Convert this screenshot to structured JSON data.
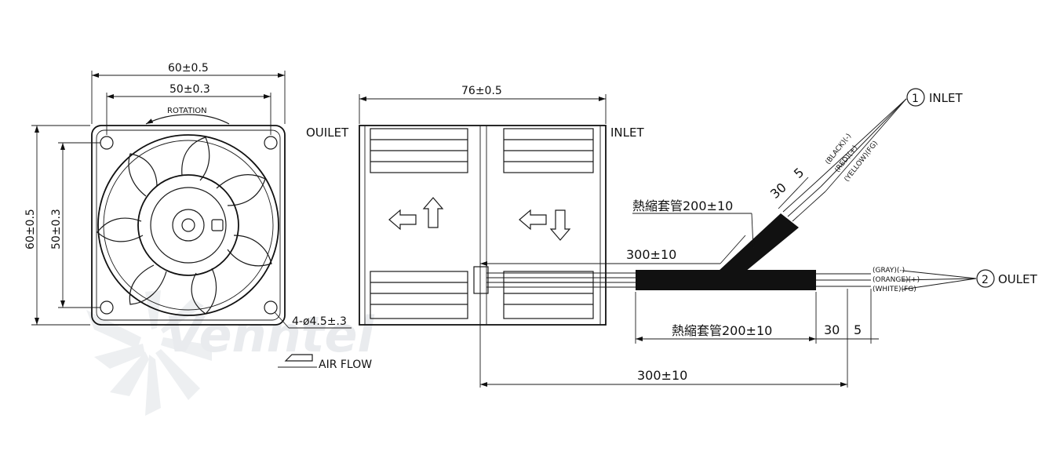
{
  "watermark": "Venntel",
  "front_view": {
    "outer_width": "60±0.5",
    "hole_spacing_width": "50±0.3",
    "outer_height": "60±0.5",
    "hole_spacing_height": "50±0.3",
    "rotation_label": "ROTATION",
    "holes_label": "4-ø4.5±.3",
    "air_flow_label": "AIR FLOW"
  },
  "side_view": {
    "depth": "76±0.5",
    "outlet_label": "OUILET",
    "inlet_label": "INLET"
  },
  "cables": {
    "inlet_number": "1",
    "inlet_label": "INLET",
    "inlet_wires": [
      "(BLACK)(-)",
      "(RED)(+)",
      "(YELLOW)(FG)"
    ],
    "inlet_sleeve": "熱縮套管200±10",
    "inlet_strip_a": "30",
    "inlet_strip_b": "5",
    "inlet_length": "300±10",
    "outlet_number": "2",
    "outlet_label": "OULET",
    "outlet_wires": [
      "(GRAY)(-)",
      "(ORANGE)(+)",
      "(WHITE)(FG)"
    ],
    "outlet_sleeve": "熱縮套管200±10",
    "outlet_strip_a": "30",
    "outlet_strip_b": "5",
    "outlet_length": "300±10"
  }
}
